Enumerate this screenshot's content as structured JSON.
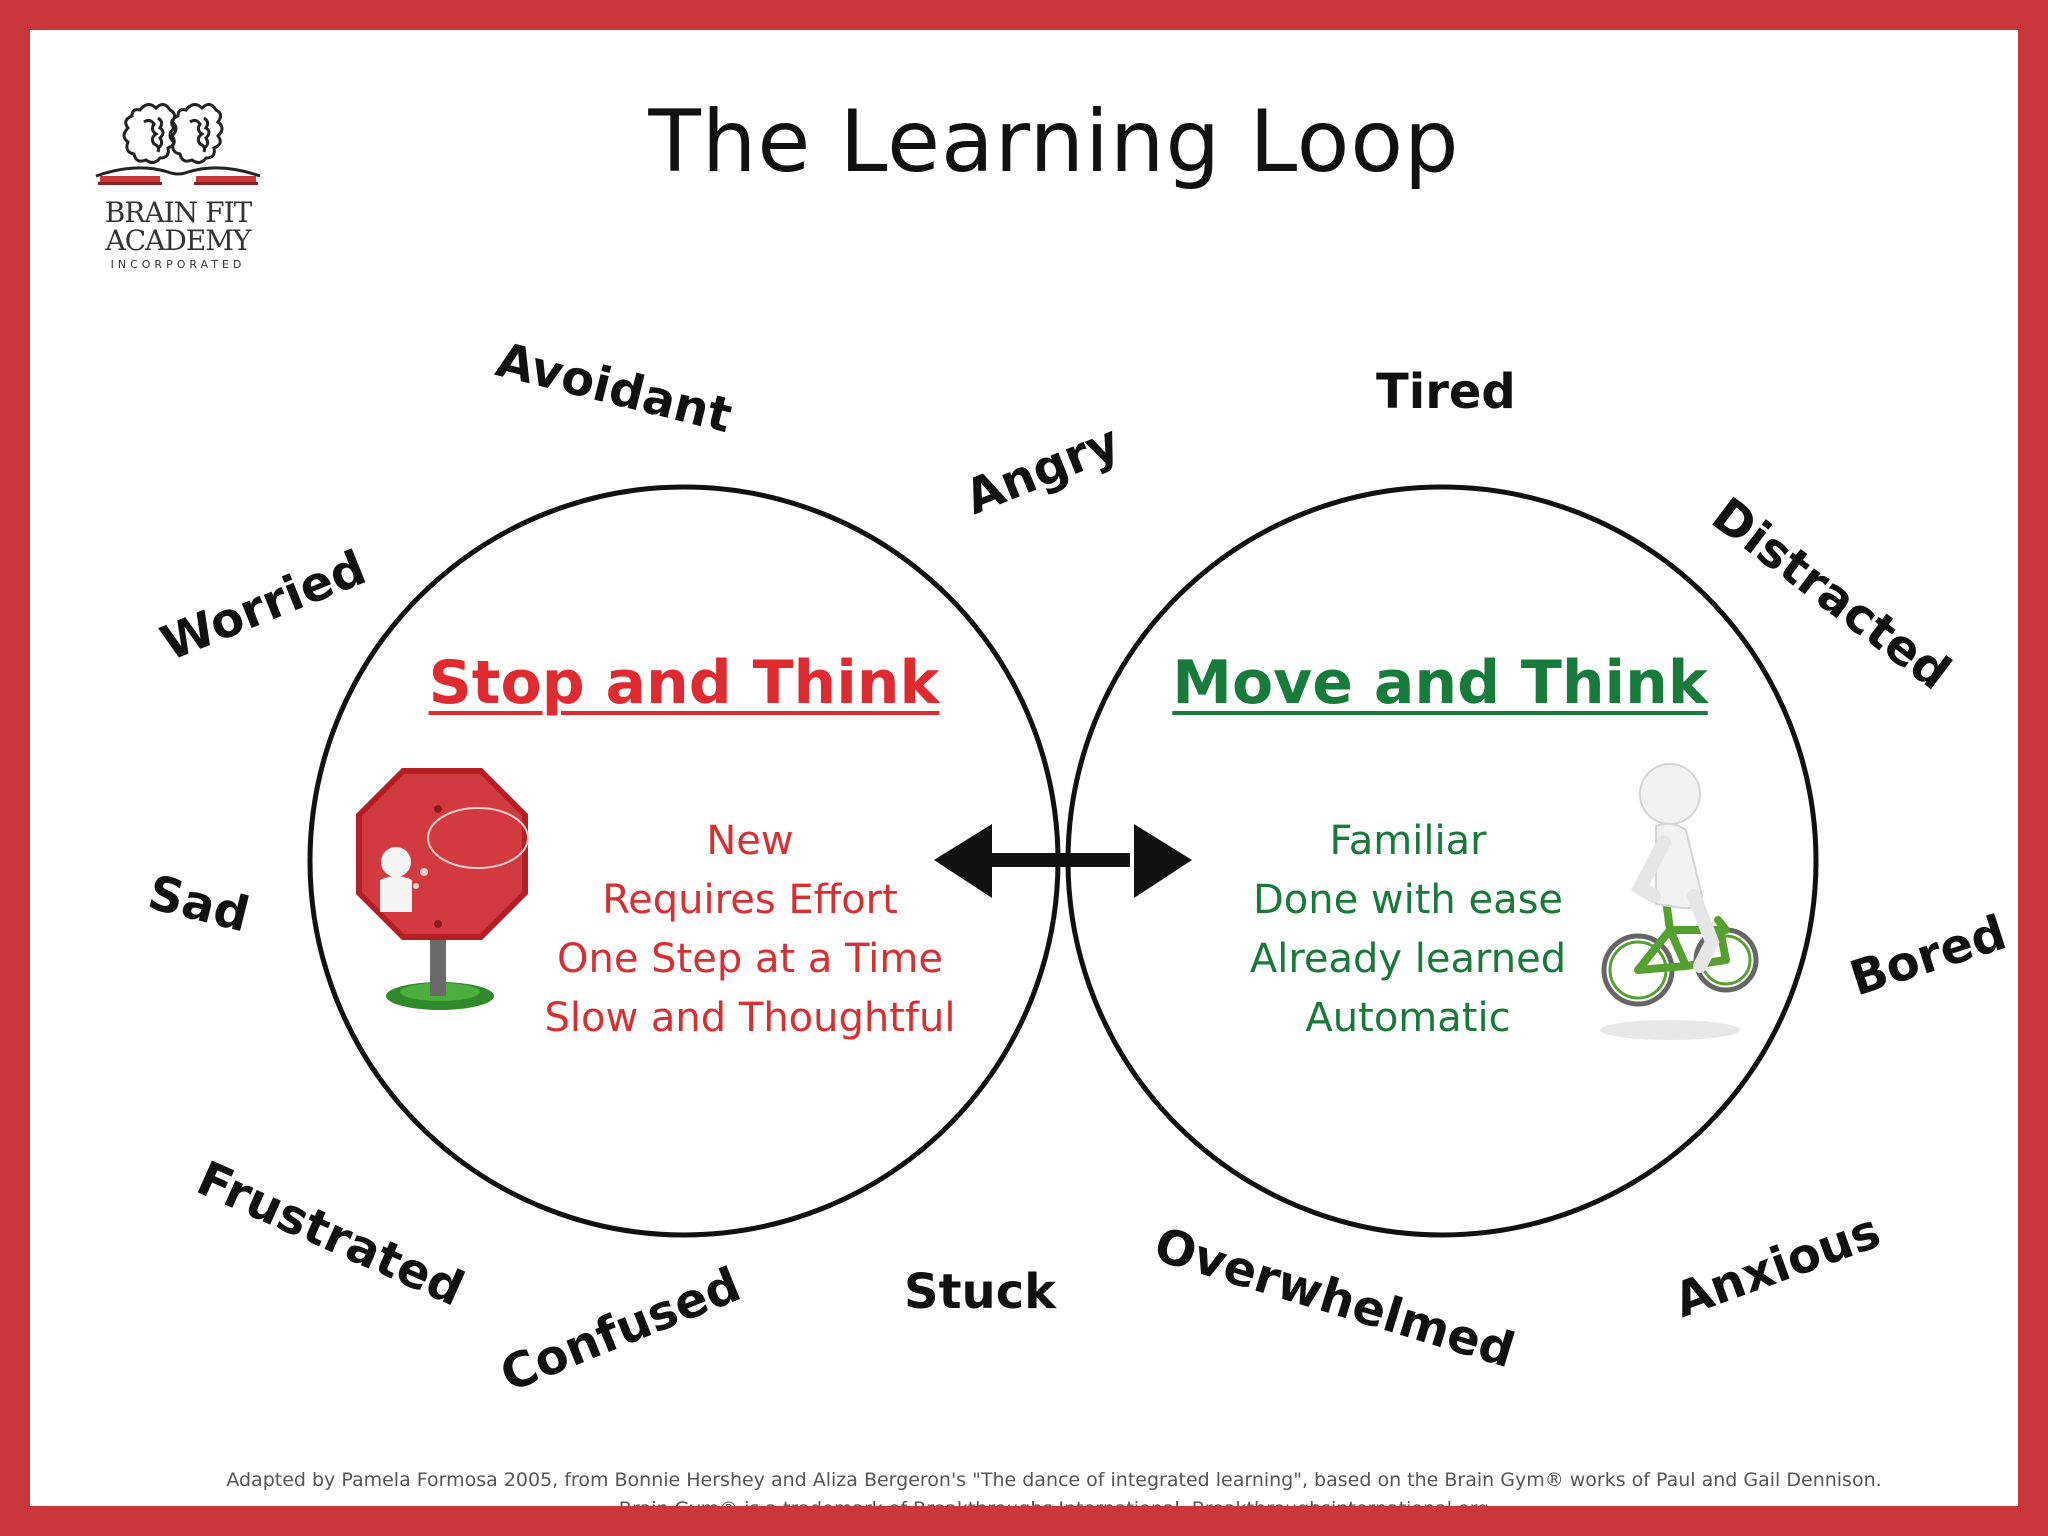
{
  "logo": {
    "line1": "BRAIN FIT",
    "line2": "ACADEMY",
    "line3": "INCORPORATED",
    "icon": "brain-icon",
    "accent_color": "#c9373d"
  },
  "title": "The Learning Loop",
  "stop_and_think": {
    "heading": "Stop and Think",
    "items": [
      "New",
      "Requires Effort",
      "One Step at a Time",
      "Slow and Thoughtful"
    ],
    "color": "#df2a2f",
    "illustration": "stop-sign-figure-icon"
  },
  "move_and_think": {
    "heading": "Move and Think",
    "items": [
      "Familiar",
      "Done with ease",
      "Already learned",
      "Automatic"
    ],
    "color": "#177b3b",
    "illustration": "figure-on-bicycle-icon"
  },
  "connector": "double-headed-arrow-icon",
  "emotions": {
    "avoidant": "Avoidant",
    "angry": "Angry",
    "tired": "Tired",
    "distracted": "Distracted",
    "worried": "Worried",
    "sad": "Sad",
    "bored": "Bored",
    "frustrated": "Frustrated",
    "confused": "Confused",
    "stuck": "Stuck",
    "overwhelmed": "Overwhelmed",
    "anxious": "Anxious"
  },
  "footer": {
    "line1": "Adapted by Pamela Formosa 2005, from Bonnie Hershey and Aliza Bergeron's \"The dance of integrated learning\", based on the Brain Gym® works of Paul and Gail Dennison.",
    "line2": "Brain Gym® is a trademark of Breakthroughs International. Breakthroughsinternational.org"
  },
  "colors": {
    "border": "#c9373d",
    "stop_red": "#df2a2f",
    "move_green": "#177b3b"
  }
}
